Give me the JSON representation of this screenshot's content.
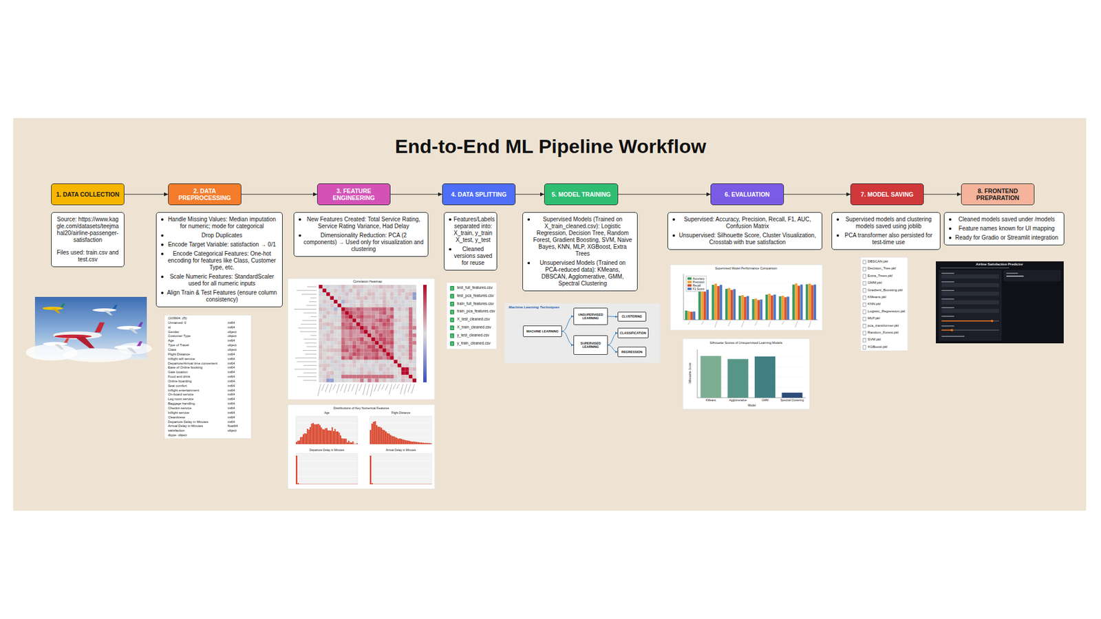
{
  "diagram": {
    "title": "End-to-End ML Pipeline Workflow",
    "nodes": [
      {
        "text": [
          "1. DATA COLLECTION"
        ]
      },
      {
        "text": [
          "Source: https://www.kaggle.com/datasets/teejmahal20/airline-passenger-satisfaction",
          "Files used: train.csv and test.csv"
        ]
      },
      {
        "text": [
          "2. DATA PREPROCESSING"
        ]
      },
      {
        "text": [
          "Handle Missing Values: Median imputation for numeric; mode for categorical",
          "Drop Duplicates",
          "Encode Target Variable: satisfaction → 0/1",
          "Encode Categorical Features: One-hot encoding for features like Class, Customer Type, etc.",
          "Scale Numeric Features: StandardScaler used for all numeric inputs",
          "Align Train & Test Features (ensure column consistency)"
        ]
      },
      {
        "text": [
          "3. FEATURE ENGINEERING"
        ]
      },
      {
        "text": [
          "New Features Created: Total Service Rating, Service Rating Variance, Had Delay",
          "Dimensionality Reduction: PCA (2 components) → Used only for visualization and clustering"
        ]
      },
      {
        "text": [
          "4. DATA SPLITTING"
        ]
      },
      {
        "text": [
          "Features/Labels separated into: X_train, y_train X_test, y_test",
          "Cleaned versions saved for reuse"
        ]
      },
      {
        "text": [
          "5. MODEL TRAINING"
        ]
      },
      {
        "text": [
          "Supervised Models (Trained on X_train_cleaned.csv): Logistic Regression, Decision Tree, Random Forest, Gradient Boosting, SVM, Naive Bayes, KNN, MLP, XGBoost, Extra Trees",
          "Unsupervised Models (Trained on PCA-reduced data): KMeans, DBSCAN, Agglomerative, GMM, Spectral Clustering"
        ]
      },
      {
        "text": [
          "Machine Learning Techniques"
        ]
      },
      {
        "text": [
          "MACHINE LEARNING"
        ],
        "in": 10
      },
      {
        "text": [
          "UNSUPERVISED LEARNING"
        ],
        "in": 10
      },
      {
        "text": [
          "SUPERVISED LEARNING"
        ],
        "in": 10
      },
      {
        "text": [
          "CLUSTERING"
        ],
        "in": 10
      },
      {
        "text": [
          "CLASSIFICATION"
        ],
        "in": 10
      },
      {
        "text": [
          "REGRESSION"
        ],
        "in": 10
      },
      {
        "text": [
          "6. EVALUATION"
        ]
      },
      {
        "text": [
          "Supervised: Accuracy, Precision, Recall, F1, AUC, Confusion Matrix",
          "Unsupervised: Silhouette Score, Cluster Visualization, Crosstab with true satisfaction"
        ]
      },
      {
        "text": [
          "7. MODEL SAVING"
        ]
      },
      {
        "text": [
          "Supervised models and clustering models saved using joblib",
          "PCA transformer also persisted for test-time use"
        ]
      },
      {
        "text": [
          "8. FRONTEND PREPARATION"
        ]
      },
      {
        "text": [
          "Cleaned models saved under /models",
          "Feature names known for UI mapping",
          "Ready for Gradio or Streamlit integration"
        ]
      }
    ],
    "edges": [
      {
        "from": 0,
        "to": 2,
        "arrow": "to"
      },
      {
        "from": 2,
        "to": 4,
        "arrow": "to"
      },
      {
        "from": 4,
        "to": 6,
        "arrow": "to"
      },
      {
        "from": 6,
        "to": 8,
        "arrow": "to"
      },
      {
        "from": 8,
        "to": 17,
        "arrow": "to"
      },
      {
        "from": 17,
        "to": 19,
        "arrow": "to"
      },
      {
        "from": 19,
        "to": 21,
        "arrow": "to"
      },
      {
        "from": 11,
        "to": 12,
        "arrow": "to"
      },
      {
        "from": 11,
        "to": 13,
        "arrow": "to"
      },
      {
        "from": 12,
        "to": 14,
        "arrow": "to"
      },
      {
        "from": 13,
        "to": 15,
        "arrow": "to"
      },
      {
        "from": 13,
        "to": 16,
        "arrow": "to"
      }
    ],
    "labels": [
      "(103904, 25)",
      "Unnamed: 0",
      "int64",
      "id",
      "int64",
      "Gender",
      "object",
      "Customer Type",
      "object",
      "Age",
      "int64",
      "Type of Travel",
      "object",
      "Class",
      "object",
      "Flight Distance",
      "int64",
      "Inflight wifi service",
      "int64",
      "Departure/Arrival time convenient",
      "int64",
      "Ease of Online booking",
      "int64",
      "Gate location",
      "int64",
      "Food and drink",
      "int64",
      "Online boarding",
      "int64",
      "Seat comfort",
      "int64",
      "Inflight entertainment",
      "int64",
      "On-board service",
      "int64",
      "Leg room service",
      "int64",
      "Baggage handling",
      "int64",
      "Checkin service",
      "int64",
      "Inflight service",
      "int64",
      "Cleanliness",
      "int64",
      "Departure Delay in Minutes",
      "int64",
      "Arrival Delay in Minutes",
      "float64",
      "satisfaction",
      "object",
      "dtype: object",
      "Correlation Heatmap",
      "Distributions of Key Numerical Features",
      "Age",
      "Flight Distance",
      "Departure Delay in Minutes",
      "Arrival Delay in Minutes",
      "test_full_features.csv",
      "test_pca_features.csv",
      "train_full_features.csv",
      "train_pca_features.csv",
      "X_test_cleaned.csv",
      "X_train_cleaned.csv",
      "y_test_cleaned.csv",
      "y_train_cleaned.csv",
      "Supervised Model Performance Comparison",
      "Silhouette Scores of Unsupervised Learning Models",
      "Silhouette Score",
      "Model",
      "KMeans",
      "Agglomerative",
      "GMM",
      "Spectral Clustering",
      "DBSCAN.pkl",
      "Decision_Tree.pkl",
      "Extra_Trees.pkl",
      "GMM.pkl",
      "Gradient_Boosting.pkl",
      "KMeans.pkl",
      "KNN.pkl",
      "Logistic_Regression.pkl",
      "MLP.pkl",
      "pca_transformer.pkl",
      "Random_Forest.pkl",
      "SVM.pkl",
      "XGBoost.pkl",
      "Airline Satisfaction Predictor"
    ],
    "legend": [
      {
        "text": "Accuracy",
        "color": "#3c9a5f"
      },
      {
        "text": "Precision",
        "color": "#f0a030"
      },
      {
        "text": "Recall",
        "color": "#d9502e"
      },
      {
        "text": "F1 Score",
        "color": "#4a78c2"
      }
    ]
  }
}
